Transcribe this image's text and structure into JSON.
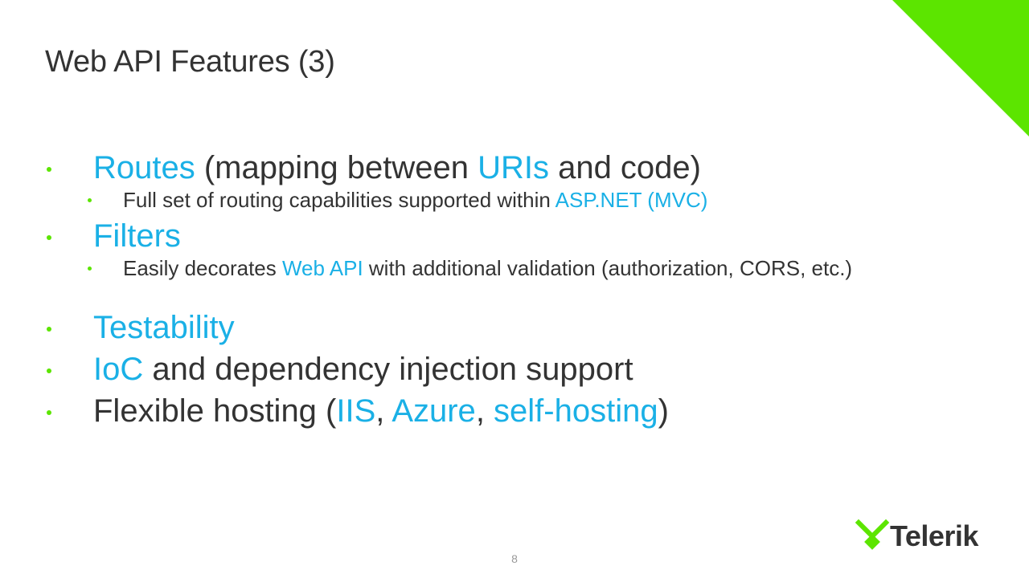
{
  "slide": {
    "title": "Web API Features (3)",
    "page_number": "8",
    "colors": {
      "accent_green": "#5ce500",
      "highlight_blue": "#1ab0e6",
      "text": "#333333"
    }
  },
  "bullets": {
    "routes": {
      "hl1": "Routes",
      "t1": " (mapping between ",
      "hl2": "URIs",
      "t2": " and code)"
    },
    "routes_sub": {
      "t1": "Full set of routing capabilities supported within ",
      "hl1": "ASP.NET (MVC)"
    },
    "filters": {
      "hl1": "Filters"
    },
    "filters_sub": {
      "t1": "Easily decorates ",
      "hl1": "Web API",
      "t2": " with additional validation (authorization, CORS, etc.)"
    },
    "testability": {
      "hl1": "Testability"
    },
    "ioc": {
      "hl1": "IoC",
      "t1": " and dependency injection support"
    },
    "hosting": {
      "t1": "Flexible hosting (",
      "hl1": "IIS",
      "t2": ", ",
      "hl2": "Azure",
      "t3": ", ",
      "hl3": "self-hosting",
      "t4": ")"
    }
  },
  "logo": {
    "text": "Telerik",
    "icon": "telerik-mark-icon"
  },
  "decor": {
    "corner_icon": "green-corner-triangle-icon"
  }
}
